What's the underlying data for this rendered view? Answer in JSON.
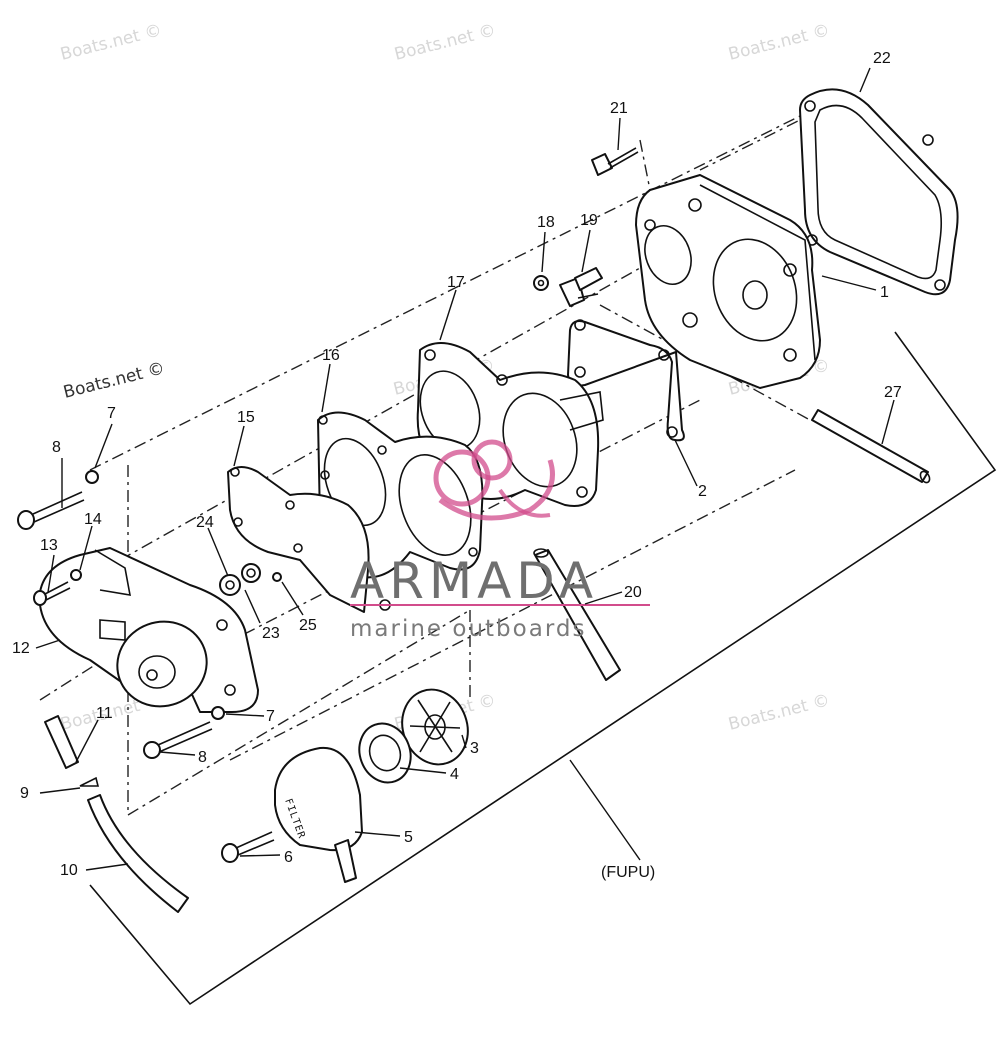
{
  "watermark": {
    "site_text": "Boats.net ©",
    "brand_name": "ARMADA",
    "brand_tagline": "marine outboards",
    "brand_color": "#d24c8c"
  },
  "assembly_label": "(FUPU)",
  "callouts": [
    "1",
    "2",
    "3",
    "4",
    "5",
    "6",
    "7",
    "8",
    "9",
    "10",
    "11",
    "12",
    "13",
    "14",
    "15",
    "16",
    "17",
    "18",
    "19",
    "20",
    "21",
    "22",
    "23",
    "24",
    "25",
    "27"
  ],
  "component_text": {
    "filter_cover": "FILTER"
  }
}
